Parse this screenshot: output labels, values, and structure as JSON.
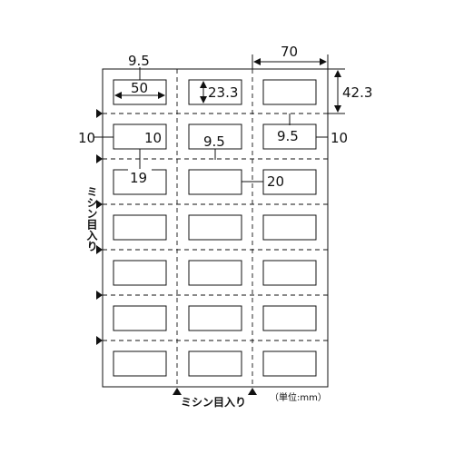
{
  "diagram": {
    "layout": {
      "rows": 7,
      "columns": 3
    },
    "dimensions": {
      "margin_left": "9.5",
      "label_width": "50",
      "label_height": "23.3",
      "column_pitch": "70",
      "row_pitch": "42.3",
      "side_left": "10",
      "inner_left": "10",
      "inner_gap": "9.5",
      "right_gap": "9.5",
      "side_right": "10",
      "bottom_gap": "19",
      "right_offset": "20"
    },
    "perforation_label": "ミシン目入り",
    "unit_label": "（単位:mm）"
  }
}
